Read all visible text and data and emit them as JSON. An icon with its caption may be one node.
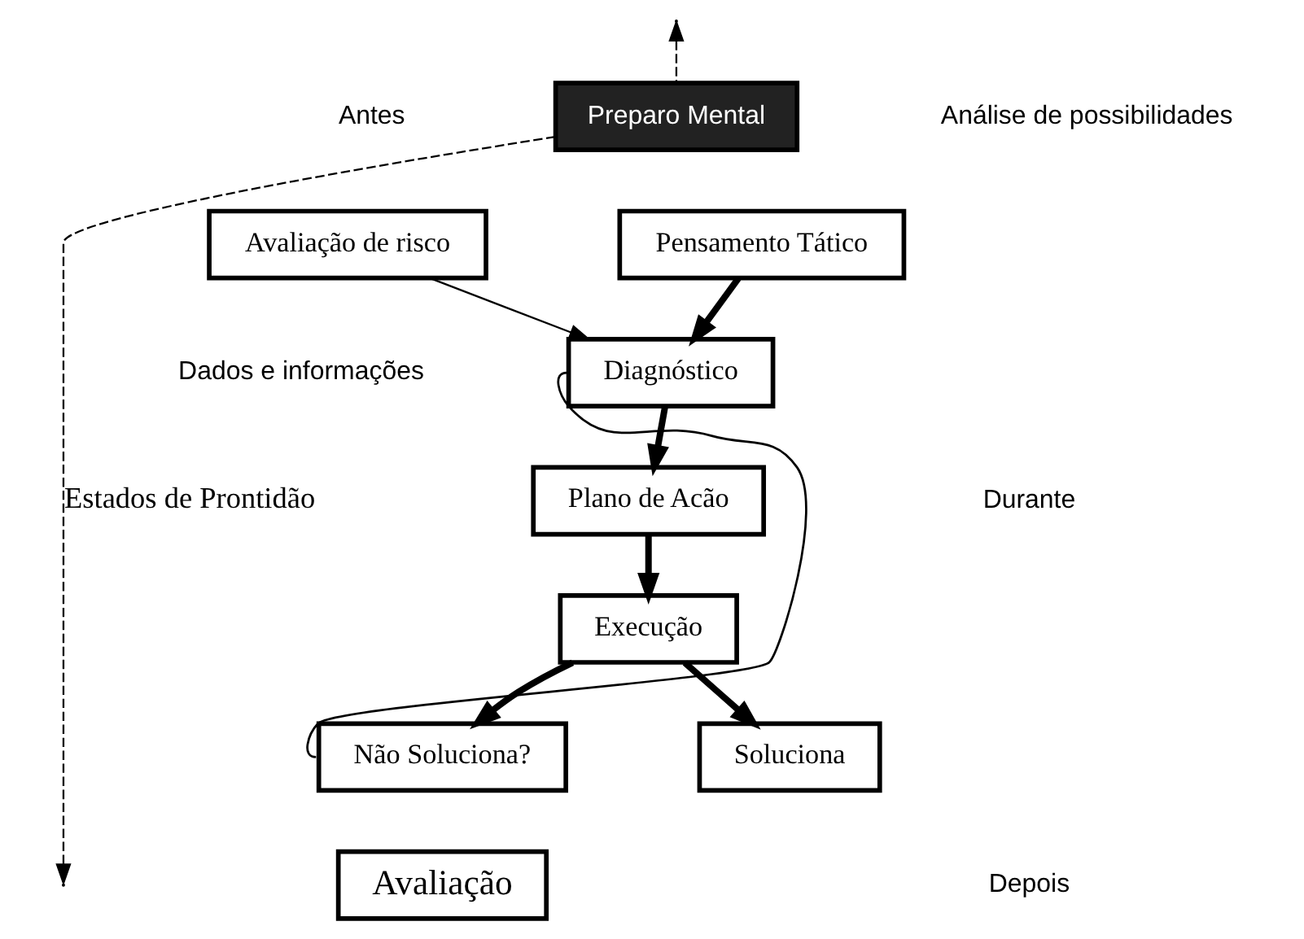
{
  "diagram": {
    "nodes": [
      {
        "text": [
          "Preparo Mental"
        ]
      },
      {
        "text": [
          "Avaliação de risco"
        ]
      },
      {
        "text": [
          "Pensamento Tático"
        ]
      },
      {
        "text": [
          "Diagnóstico"
        ]
      },
      {
        "text": [
          "Plano de Acão"
        ]
      },
      {
        "text": [
          "Execução"
        ]
      },
      {
        "text": [
          "Não Soluciona?"
        ]
      },
      {
        "text": [
          "Soluciona"
        ]
      },
      {
        "text": [
          "Avaliação"
        ]
      }
    ],
    "edges": [
      {
        "from": 0,
        "to": null,
        "arrow": "to",
        "style": "dashed",
        "label": "Estados de Prontidão"
      },
      {
        "from": 0,
        "to": null,
        "arrow": "to",
        "style": "dashed"
      },
      {
        "from": 1,
        "to": 3,
        "arrow": "to"
      },
      {
        "from": 2,
        "to": 3,
        "arrow": "to"
      },
      {
        "from": 3,
        "to": 4,
        "arrow": "to"
      },
      {
        "from": 4,
        "to": 5,
        "arrow": "to"
      },
      {
        "from": 5,
        "to": 6,
        "arrow": "to"
      },
      {
        "from": 5,
        "to": 7,
        "arrow": "to"
      },
      {
        "from": 6,
        "to": 3,
        "arrow": "none"
      }
    ],
    "labels": [
      "Antes",
      "Análise de possibilidades",
      "Durante",
      "Dados e informações",
      "Depois"
    ]
  }
}
